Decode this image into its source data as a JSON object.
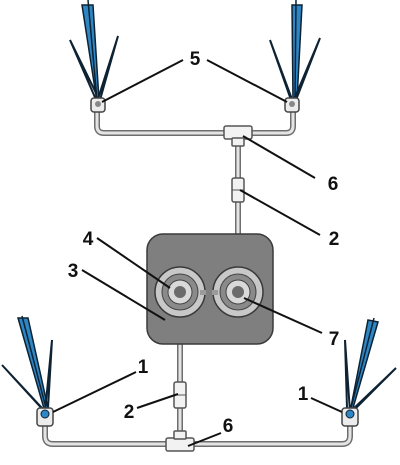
{
  "callouts": {
    "nozzle_top_pair": "5",
    "nozzle_bottom_left": "1",
    "nozzle_bottom_right": "1",
    "tee_top": "6",
    "tee_bottom": "6",
    "valve_upper": "2",
    "valve_lower": "2",
    "pump_outlet_left": "4",
    "washer_body": "3",
    "pump_outlet_right": "7"
  },
  "colors": {
    "spray": "#2e86c4",
    "spray_outline": "#0d2233",
    "reservoir": "#7f7f7f",
    "tube": "#6e6e6e"
  },
  "icons": {
    "spray_nozzle": "washer-nozzle-icon",
    "tee": "tee-connector-icon",
    "valve": "check-valve-icon",
    "pump": "pump-outlet-icon"
  }
}
